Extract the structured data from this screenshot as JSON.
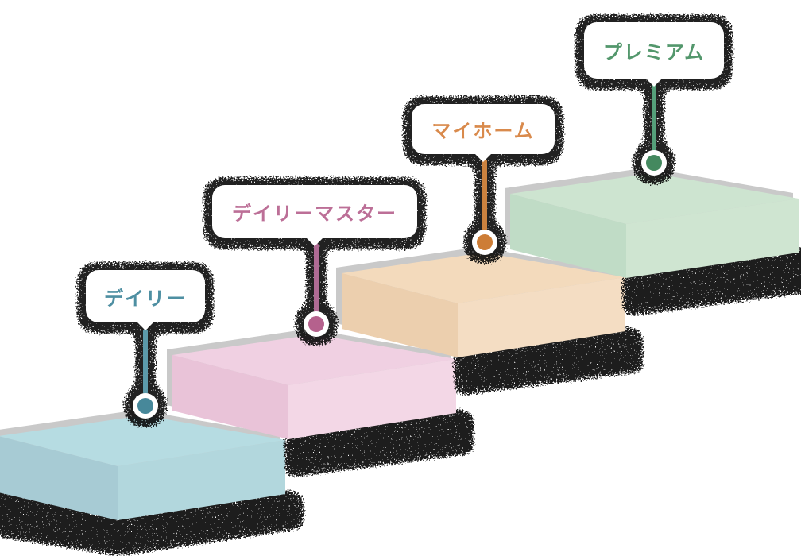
{
  "diagram": {
    "type": "staircase-plan-levels",
    "background": "#ffffff",
    "shadow_color": "#0a0a0a",
    "rim_color": "#c9c9c9",
    "marker_ring_color": "#ffffff",
    "steps": [
      {
        "rank": 1,
        "label": "デイリー",
        "text_color": "#4e8fa2",
        "line_color": "#5c9aaa",
        "marker_color": "#47889a",
        "box": {
          "top": "#b6dce2",
          "front_left": "#a7cbd4",
          "front_right": "#b2d7dd"
        }
      },
      {
        "rank": 2,
        "label": "デイリーマスター",
        "text_color": "#bc6f97",
        "line_color": "#af6b94",
        "marker_color": "#b5618d",
        "box": {
          "top": "#f0d0e2",
          "front_left": "#e9c3d8",
          "front_right": "#f3d7e6"
        }
      },
      {
        "rank": 3,
        "label": "マイホーム",
        "text_color": "#d98a4c",
        "line_color": "#cb823f",
        "marker_color": "#cd7d36",
        "box": {
          "top": "#f3dabc",
          "front_left": "#eccfae",
          "front_right": "#f4ddc3"
        }
      },
      {
        "rank": 4,
        "label": "プレミアム",
        "text_color": "#53976c",
        "line_color": "#55a07a",
        "marker_color": "#44895f",
        "box": {
          "top": "#cde4d0",
          "front_left": "#c0dcc6",
          "front_right": "#cfe5d1"
        }
      }
    ]
  }
}
